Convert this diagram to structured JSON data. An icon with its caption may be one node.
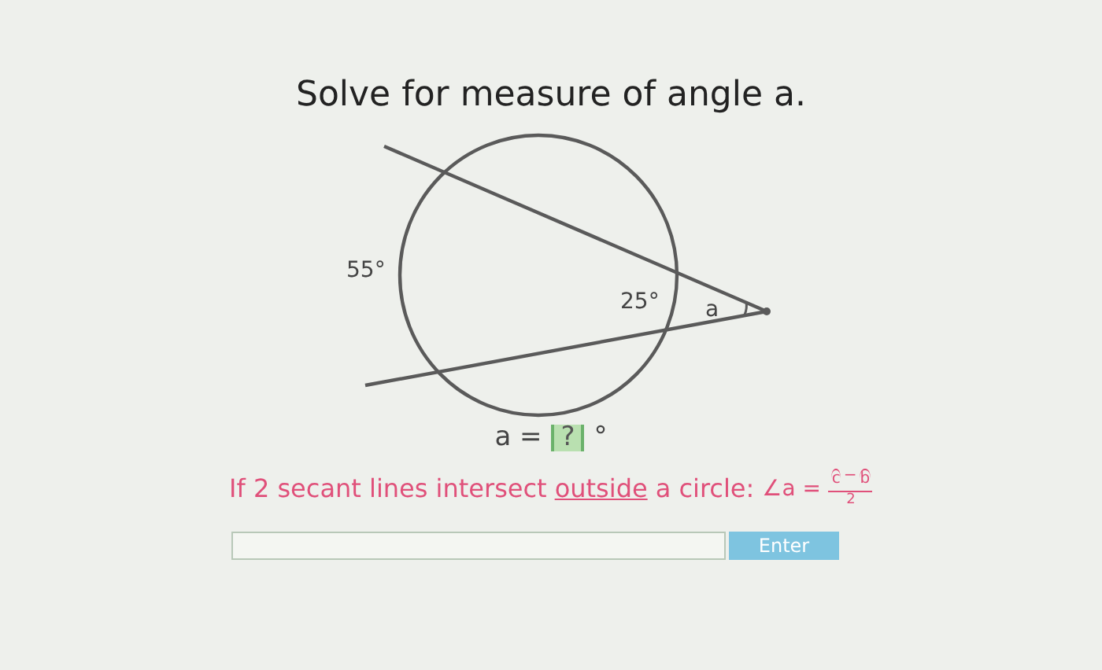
{
  "diagram": {
    "title": "Solve for measure of angle a.",
    "labels": [
      "55°",
      "25°",
      "a",
      "a =",
      "?",
      "°",
      "If 2 secant lines intersect",
      "outside",
      "a circle:",
      "∠a =",
      "c",
      "−",
      "b",
      "2",
      "Enter"
    ]
  }
}
